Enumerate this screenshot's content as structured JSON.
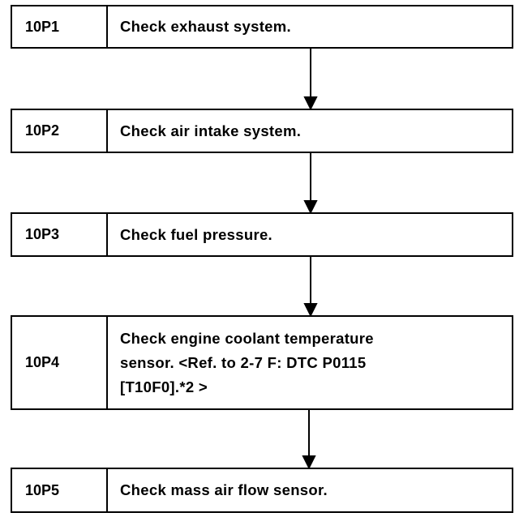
{
  "steps": [
    {
      "code": "10P1",
      "text": "Check exhaust system."
    },
    {
      "code": "10P2",
      "text": "Check air intake system."
    },
    {
      "code": "10P3",
      "text": "Check fuel pressure."
    },
    {
      "code": "10P4",
      "text_lines": [
        "Check engine coolant temperature",
        "sensor. <Ref. to 2-7 F: DTC P0115",
        "[T10F0].*2 >"
      ]
    },
    {
      "code": "10P5",
      "text": "Check mass air flow sensor."
    }
  ]
}
